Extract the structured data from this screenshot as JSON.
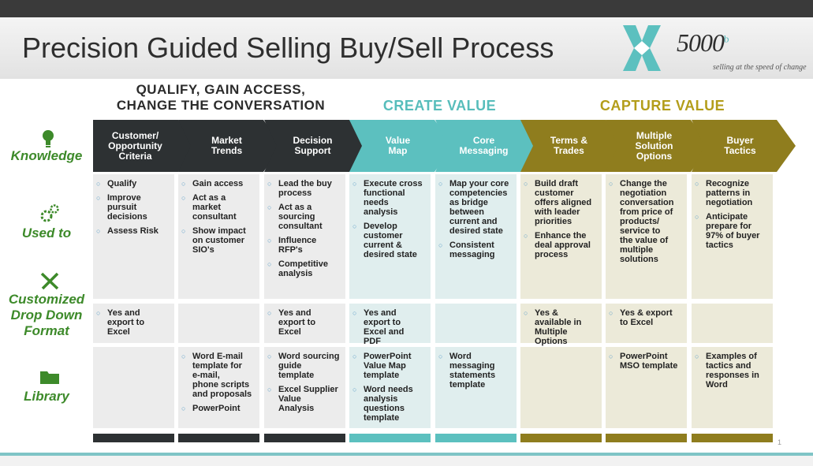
{
  "title": "Precision Guided Selling Buy/Sell Process",
  "logo": {
    "word": "5000",
    "sup": "b",
    "tagline": "selling at the speed of change"
  },
  "phases": [
    {
      "label": "QUALIFY, GAIN ACCESS,\nCHANGE THE CONVERSATION",
      "color": "#2b2b2b"
    },
    {
      "label": "CREATE VALUE",
      "color": "#57bdbb"
    },
    {
      "label": "CAPTURE VALUE",
      "color": "#b39d1a"
    }
  ],
  "colors": {
    "dark": "#2d3133",
    "teal": "#5cc0bf",
    "olive": "#8f7d1e",
    "row_label_green": "#3d8a2a",
    "bullet": "#5fa0c8"
  },
  "row_labels": {
    "knowledge": "Knowledge",
    "used_to": "Used to",
    "customized": "Customized\nDrop Down\nFormat",
    "library": "Library"
  },
  "row_icons": {
    "knowledge": "lightbulb-icon",
    "used_to": "gears-icon",
    "customized": "tools-icon",
    "library": "folder-icon"
  },
  "columns": [
    {
      "header": "Customer/\nOpportunity\nCriteria",
      "group": "dark",
      "used_to": [
        "Qualify",
        "Improve\npursuit\ndecisions",
        "Assess Risk"
      ],
      "format": [
        "Yes and\nexport to\nExcel"
      ],
      "library": []
    },
    {
      "header": "Market\nTrends",
      "group": "dark",
      "used_to": [
        "Gain access",
        "Act as a\nmarket\nconsultant",
        "Show impact\non customer\nSIO's"
      ],
      "format": [],
      "library": [
        "Word E-mail\ntemplate for\ne-mail,\nphone scripts\nand proposals",
        "PowerPoint"
      ]
    },
    {
      "header": "Decision\nSupport",
      "group": "dark",
      "used_to": [
        "Lead the buy\nprocess",
        "Act as a\nsourcing\nconsultant",
        "Influence\nRFP's",
        "Competitive\nanalysis"
      ],
      "format": [
        "Yes and\nexport to\nExcel"
      ],
      "library": [
        "Word sourcing\nguide\ntemplate",
        "Excel Supplier\nValue\nAnalysis"
      ]
    },
    {
      "header": "Value\nMap",
      "group": "teal",
      "used_to": [
        "Execute cross\nfunctional\nneeds\nanalysis",
        "Develop\ncustomer\ncurrent &\ndesired state"
      ],
      "format": [
        "Yes and\nexport to\nExcel and\nPDF"
      ],
      "library": [
        "PowerPoint\nValue Map\ntemplate",
        "Word needs\nanalysis\nquestions\ntemplate"
      ]
    },
    {
      "header": "Core\nMessaging",
      "group": "teal",
      "used_to": [
        "Map your core\ncompetencies\nas bridge\nbetween\ncurrent and\ndesired state",
        "Consistent\nmessaging"
      ],
      "format": [],
      "library": [
        "Word\nmessaging\nstatements\ntemplate"
      ]
    },
    {
      "header": "Terms &\nTrades",
      "group": "olive",
      "used_to": [
        "Build draft\ncustomer\noffers aligned\nwith  leader\npriorities",
        "Enhance the\ndeal approval\nprocess"
      ],
      "format": [
        "Yes &\navailable in\nMultiple\nOptions"
      ],
      "library": []
    },
    {
      "header": "Multiple\nSolution\nOptions",
      "group": "olive",
      "used_to": [
        "Change the\nnegotiation\nconversation\nfrom price of\nproducts/\nservice to\nthe value of\nmultiple\nsolutions"
      ],
      "format": [
        "Yes & export\nto Excel"
      ],
      "library": [
        "PowerPoint\nMSO template"
      ]
    },
    {
      "header": "Buyer\nTactics",
      "group": "olive",
      "used_to": [
        "Recognize\npatterns in\nnegotiation",
        "Anticipate\nprepare for\n97% of  buyer\ntactics"
      ],
      "format": [],
      "library": [
        "Examples of\ntactics and\nresponses in\nWord"
      ]
    }
  ],
  "page_number": "1"
}
